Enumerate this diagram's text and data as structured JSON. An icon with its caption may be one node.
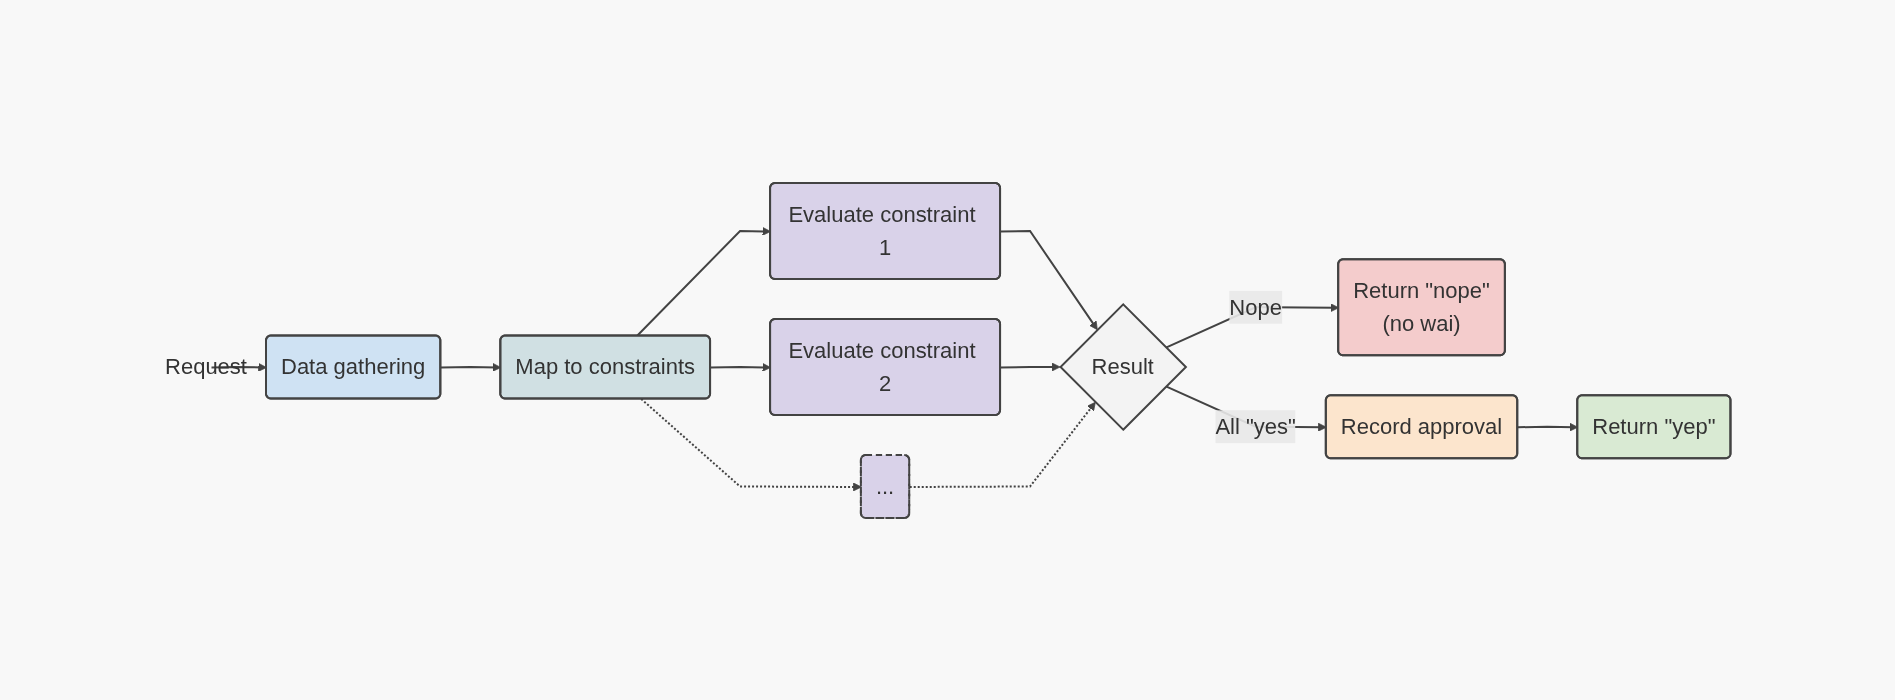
{
  "diagram": {
    "nodes": [
      {
        "text": [
          "Request"
        ]
      },
      {
        "text": [
          "Data gathering"
        ]
      },
      {
        "text": [
          "Map to constraints"
        ]
      },
      {
        "text": [
          "Evaluate constraint 1"
        ]
      },
      {
        "text": [
          "Evaluate constraint 2"
        ]
      },
      {
        "text": [
          "..."
        ]
      },
      {
        "text": [
          "Result"
        ]
      },
      {
        "text": [
          "Return \"nope\"",
          "(no wai)"
        ]
      },
      {
        "text": [
          "Record approval"
        ]
      },
      {
        "text": [
          "Return \"yep\""
        ]
      }
    ],
    "edges": [
      {
        "from": 0,
        "to": 1,
        "arrow": "to"
      },
      {
        "from": 1,
        "to": 2,
        "arrow": "to"
      },
      {
        "from": 2,
        "to": 3,
        "arrow": "to"
      },
      {
        "from": 2,
        "to": 4,
        "arrow": "to"
      },
      {
        "from": 2,
        "to": 5,
        "arrow": "to",
        "style": "dashed"
      },
      {
        "from": 3,
        "to": 6,
        "arrow": "to"
      },
      {
        "from": 4,
        "to": 6,
        "arrow": "to"
      },
      {
        "from": 5,
        "to": 6,
        "arrow": "to",
        "style": "dashed"
      },
      {
        "from": 6,
        "to": 7,
        "label": "Nope",
        "arrow": "to"
      },
      {
        "from": 6,
        "to": 8,
        "label": "All \"yes\"",
        "arrow": "to"
      },
      {
        "from": 8,
        "to": 9,
        "arrow": "to"
      }
    ]
  }
}
